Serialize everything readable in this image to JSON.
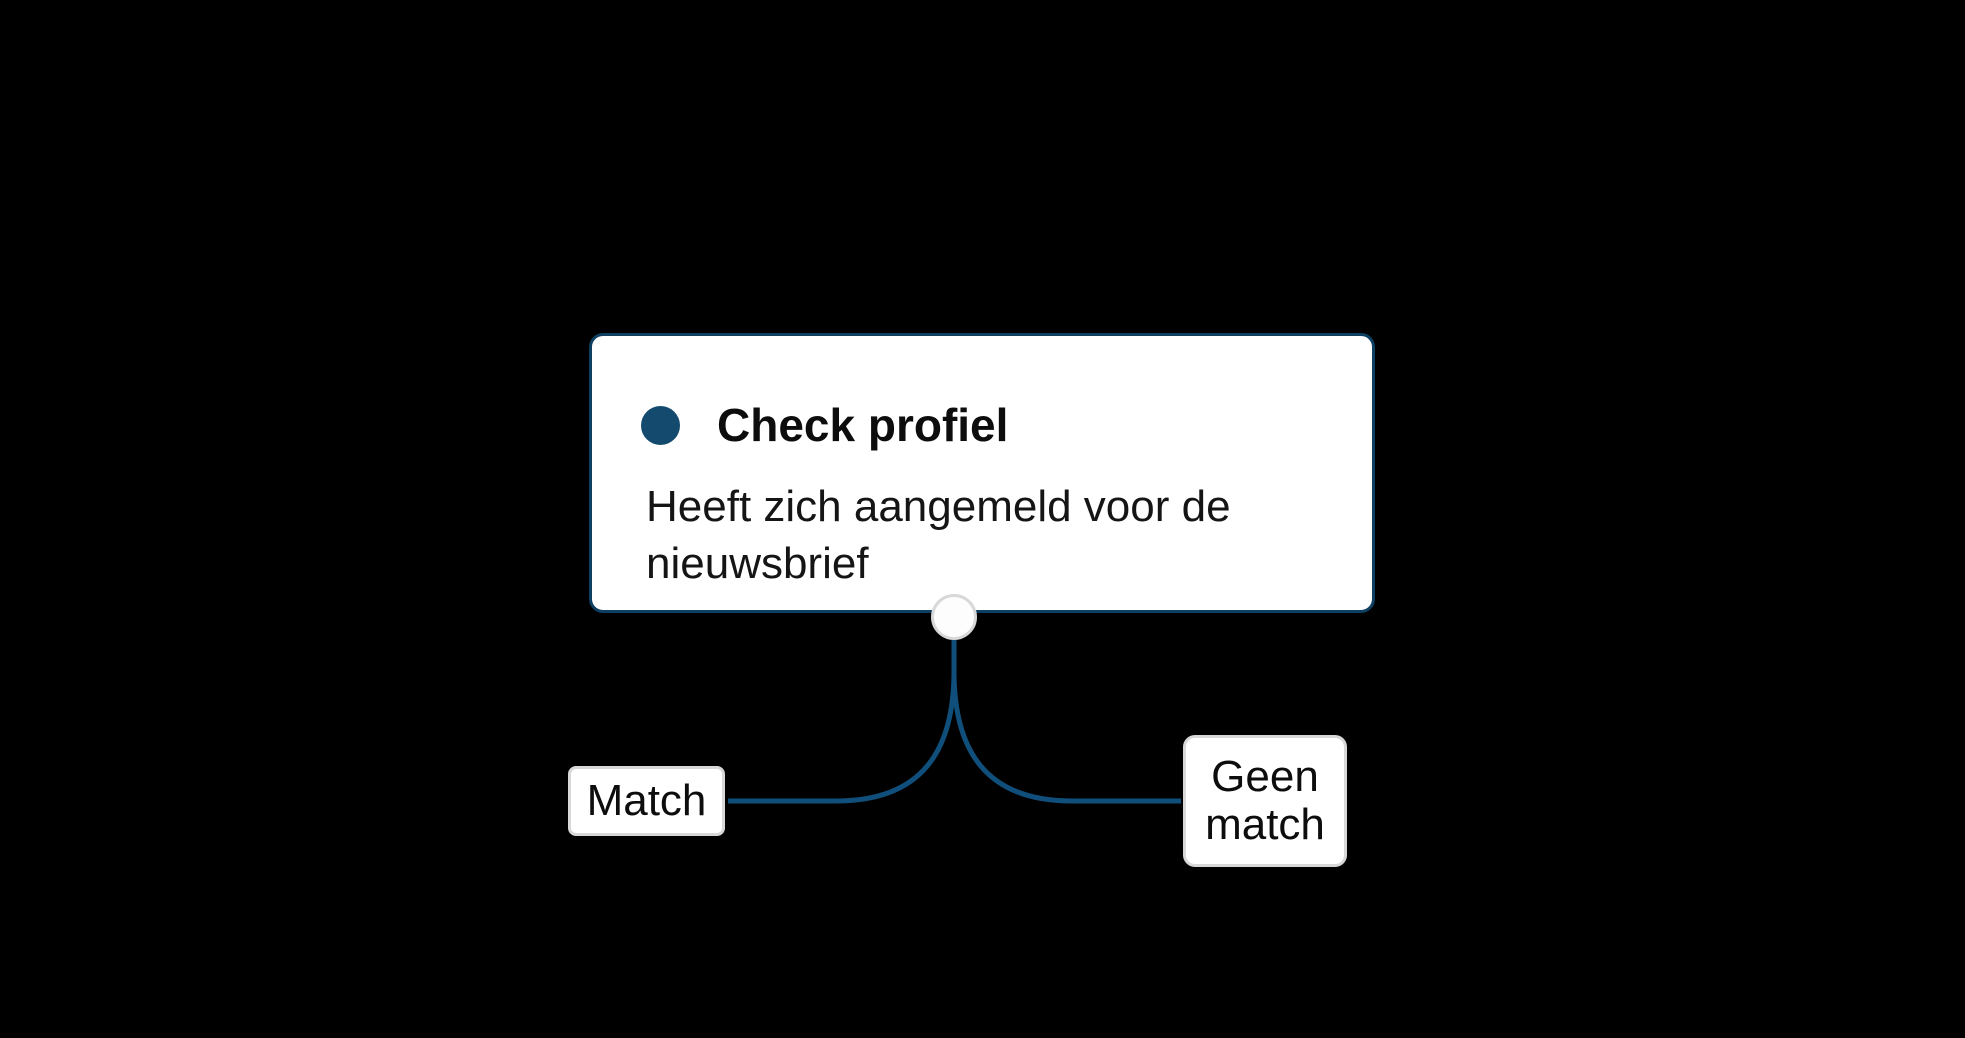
{
  "diagram": {
    "node": {
      "title": "Check profiel",
      "description": "Heeft zich aangemeld voor de\nnieuwsbrief"
    },
    "branches": [
      {
        "label": "Match"
      },
      {
        "label": "Geen match"
      }
    ],
    "colors": {
      "background": "#000000",
      "card_fill": "#ffffff",
      "card_border": "#0e3f60",
      "bullet": "#134a6e",
      "connector": "#104f7b",
      "handle_border": "#d8d8d8",
      "label_border": "#d8d8d8",
      "text": "#0d0d0d"
    }
  }
}
